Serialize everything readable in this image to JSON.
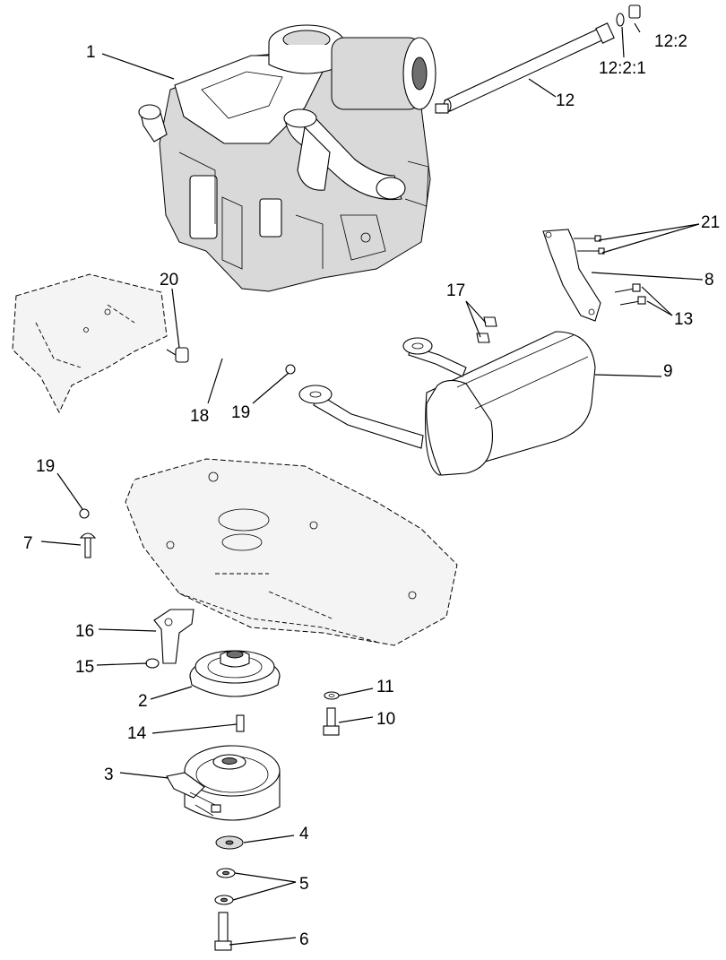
{
  "callouts": {
    "c1": "1",
    "c2": "2",
    "c3": "3",
    "c4": "4",
    "c5": "5",
    "c6": "6",
    "c7": "7",
    "c8": "8",
    "c9": "9",
    "c10": "10",
    "c11": "11",
    "c12": "12",
    "c12_2": "12:2",
    "c12_2_1": "12:2:1",
    "c13": "13",
    "c14": "14",
    "c15": "15",
    "c16": "16",
    "c17": "17",
    "c18": "18",
    "c19a": "19",
    "c19b": "19",
    "c20": "20",
    "c21": "21"
  }
}
